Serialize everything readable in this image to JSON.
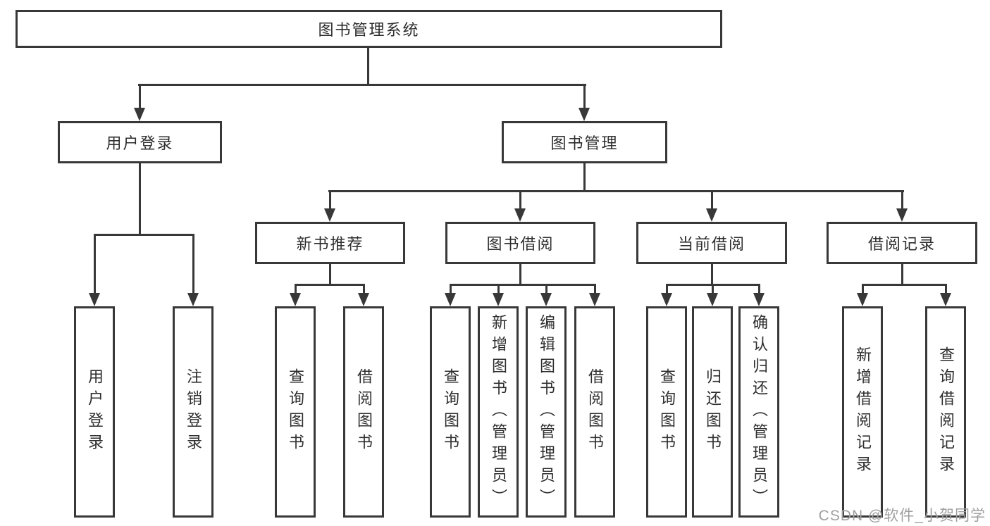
{
  "diagram": {
    "root": {
      "label": "图书管理系统"
    },
    "level2": [
      {
        "id": "user-login",
        "label": "用户登录"
      },
      {
        "id": "book-management",
        "label": "图书管理"
      }
    ],
    "level3": [
      {
        "id": "new-book-recommend",
        "label": "新书推荐"
      },
      {
        "id": "book-borrowing",
        "label": "图书借阅"
      },
      {
        "id": "current-borrowing",
        "label": "当前借阅"
      },
      {
        "id": "borrowing-records",
        "label": "借阅记录"
      }
    ],
    "leaves": [
      {
        "parent": "user-login",
        "label": "用户登录"
      },
      {
        "parent": "user-login",
        "label": "注销登录"
      },
      {
        "parent": "new-book-recommend",
        "label": "查询图书"
      },
      {
        "parent": "new-book-recommend",
        "label": "借阅图书"
      },
      {
        "parent": "book-borrowing",
        "label": "查询图书"
      },
      {
        "parent": "book-borrowing",
        "label": "新增图书（管理员）"
      },
      {
        "parent": "book-borrowing",
        "label": "编辑图书（管理员）"
      },
      {
        "parent": "book-borrowing",
        "label": "借阅图书"
      },
      {
        "parent": "current-borrowing",
        "label": "查询图书"
      },
      {
        "parent": "current-borrowing",
        "label": "归还图书"
      },
      {
        "parent": "current-borrowing",
        "label": "确认归还（管理员）"
      },
      {
        "parent": "borrowing-records",
        "label": "新增借阅记录"
      },
      {
        "parent": "borrowing-records",
        "label": "查询借阅记录"
      }
    ],
    "colors": {
      "line": "#383838",
      "text": "#2e2e2e",
      "background": "#ffffff",
      "watermark": "#9f9f9f"
    },
    "watermark": "CSDN @软件_小贺同学"
  }
}
